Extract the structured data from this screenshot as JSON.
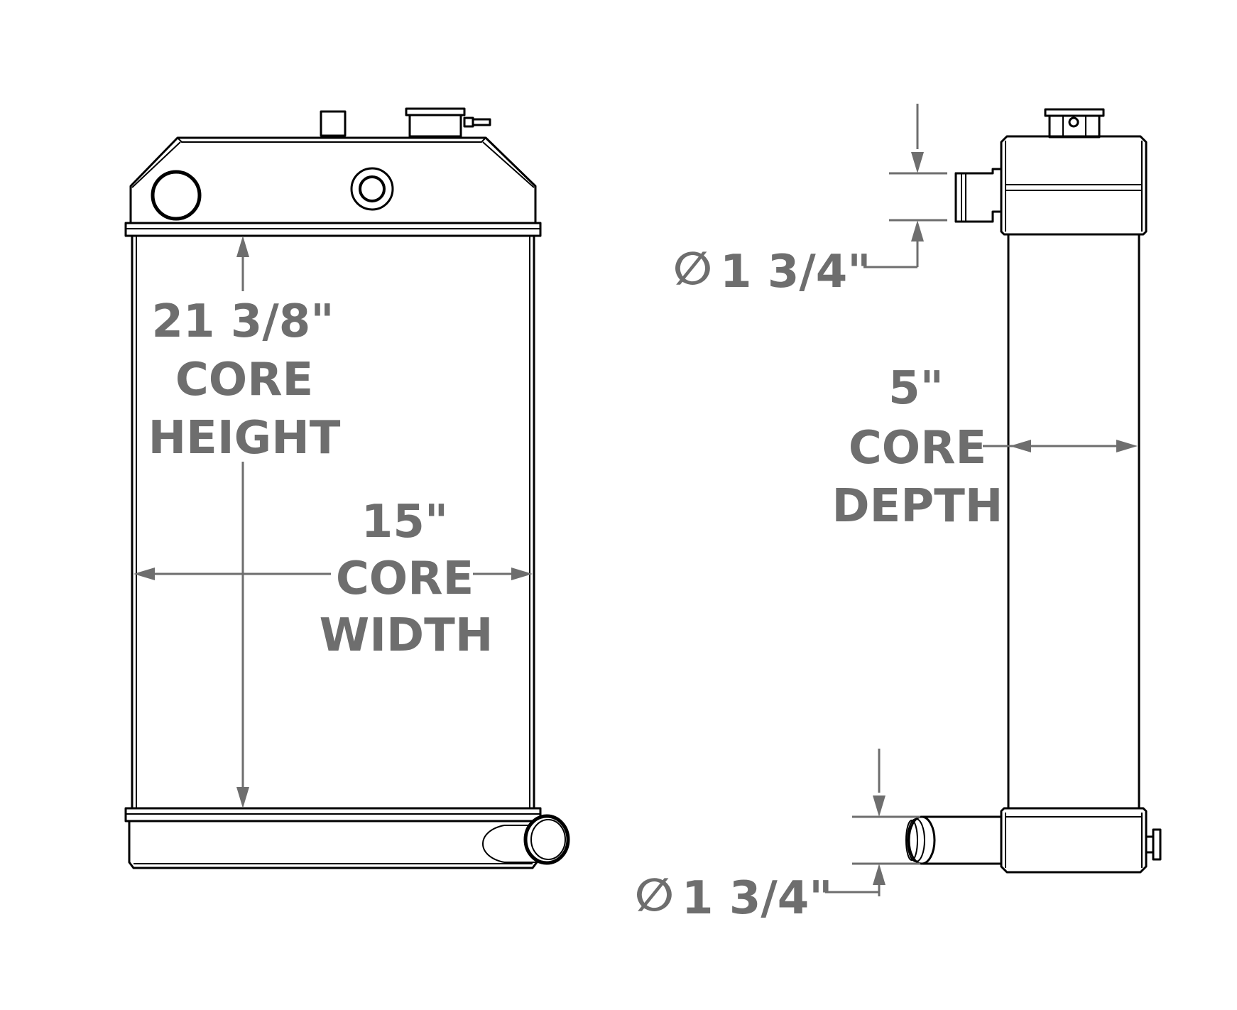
{
  "colors": {
    "outline": "#000000",
    "dimension": "#6e6e6e",
    "background": "#ffffff"
  },
  "front_view": {
    "height_dimension": {
      "value": "21 3/8\"",
      "line1": "CORE",
      "line2": "HEIGHT"
    },
    "width_dimension": {
      "value": "15\"",
      "line1": "CORE",
      "line2": "WIDTH"
    }
  },
  "side_view": {
    "depth_dimension": {
      "value": "5\"",
      "line1": "CORE",
      "line2": "DEPTH"
    },
    "upper_port": {
      "symbol": "∅",
      "value": "1 3/4\""
    },
    "lower_port": {
      "symbol": "∅",
      "value": "1 3/4\""
    }
  }
}
